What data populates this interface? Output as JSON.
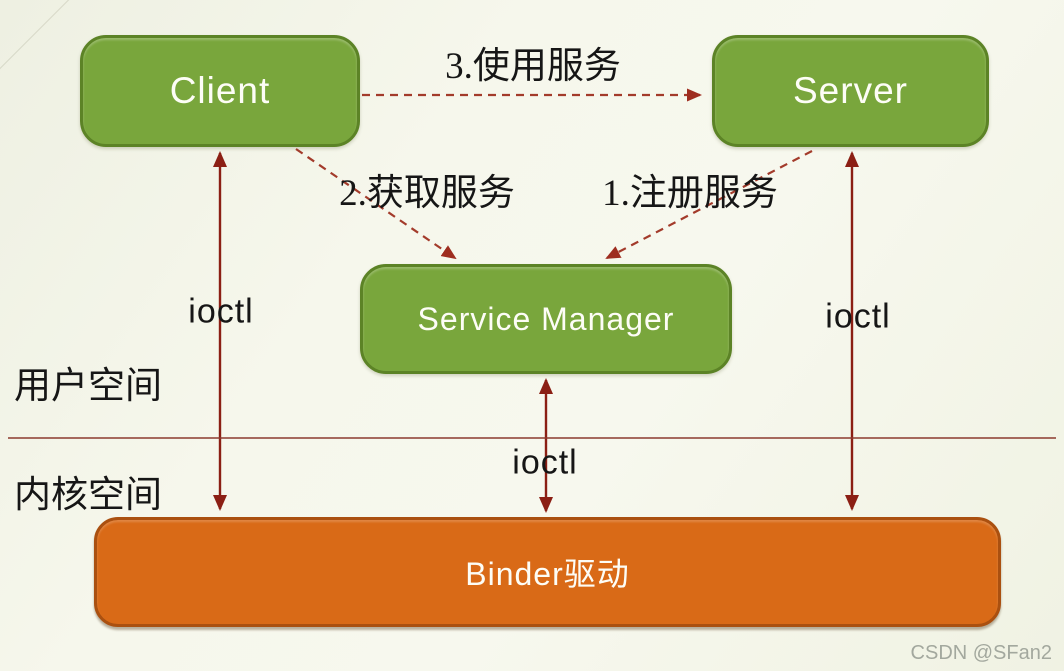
{
  "diagram": {
    "nodes": {
      "client": {
        "label": "Client"
      },
      "server": {
        "label": "Server"
      },
      "service_manager": {
        "label": "Service Manager"
      },
      "binder_driver": {
        "label": "Binder驱动"
      }
    },
    "arrows": [
      {
        "label": "3.使用服务",
        "from": "Client",
        "to": "Server",
        "style": "dashed"
      },
      {
        "label": "2.获取服务",
        "from": "Client",
        "to": "Service Manager",
        "style": "dashed"
      },
      {
        "label": "1.注册服务",
        "from": "Server",
        "to": "Service Manager",
        "style": "dashed"
      },
      {
        "label": "ioctl",
        "from": "Client",
        "to": "Binder驱动",
        "style": "solid-double"
      },
      {
        "label": "ioctl",
        "from": "Server",
        "to": "Binder驱动",
        "style": "solid-double"
      },
      {
        "label": "ioctl",
        "from": "Service Manager",
        "to": "Binder驱动",
        "style": "solid-double"
      }
    ],
    "regions": {
      "user_space": "用户空间",
      "kernel_space": "内核空间"
    },
    "watermark": "CSDN @SFan2",
    "colors": {
      "node_green": "#79a63c",
      "node_green_border": "#5c8326",
      "driver_orange": "#d96a17",
      "driver_orange_border": "#aa5010",
      "arrow_solid_red": "#8b1f14",
      "arrow_dashed_red": "#a33b2b",
      "divider_red": "#8b3a2e",
      "background": "#f4f5ea"
    }
  }
}
